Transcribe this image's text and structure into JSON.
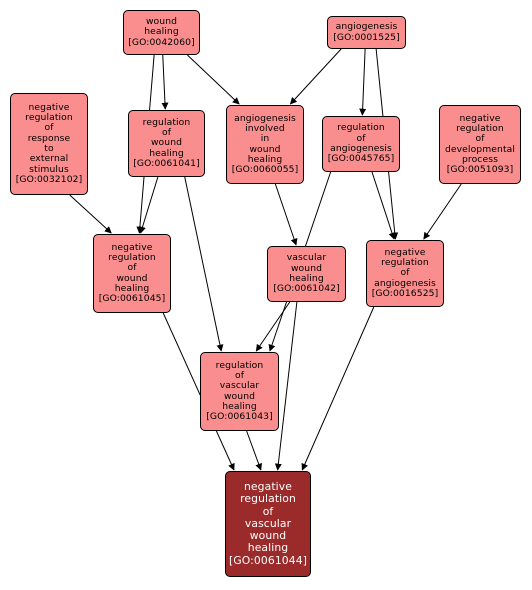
{
  "colors": {
    "node_fill": "#fa8d8d",
    "focus_fill": "#9b2b2b",
    "border": "#000000",
    "edge": "#000000",
    "focus_text": "#ffffff"
  },
  "nodes": {
    "n0042060": {
      "lines": [
        "wound",
        "healing",
        "[GO:0042060]"
      ]
    },
    "n0001525": {
      "lines": [
        "angiogenesis",
        "[GO:0001525]"
      ]
    },
    "n0032102": {
      "lines": [
        "negative",
        "regulation",
        "of",
        "response",
        "to",
        "external",
        "stimulus",
        "[GO:0032102]"
      ]
    },
    "n0061041": {
      "lines": [
        "regulation",
        "of",
        "wound",
        "healing",
        "[GO:0061041]"
      ]
    },
    "n0060055": {
      "lines": [
        "angiogenesis",
        "involved",
        "in",
        "wound",
        "healing",
        "[GO:0060055]"
      ]
    },
    "n0045765": {
      "lines": [
        "regulation",
        "of",
        "angiogenesis",
        "[GO:0045765]"
      ]
    },
    "n0051093": {
      "lines": [
        "negative",
        "regulation",
        "of",
        "developmental",
        "process",
        "[GO:0051093]"
      ]
    },
    "n0061045": {
      "lines": [
        "negative",
        "regulation",
        "of",
        "wound",
        "healing",
        "[GO:0061045]"
      ]
    },
    "n0061042": {
      "lines": [
        "vascular",
        "wound",
        "healing",
        "[GO:0061042]"
      ]
    },
    "n0016525": {
      "lines": [
        "negative",
        "regulation",
        "of",
        "angiogenesis",
        "[GO:0016525]"
      ]
    },
    "n0061043": {
      "lines": [
        "regulation",
        "of",
        "vascular",
        "wound",
        "healing",
        "[GO:0061043]"
      ]
    },
    "n0061044": {
      "lines": [
        "negative",
        "regulation",
        "of",
        "vascular",
        "wound",
        "healing",
        "[GO:0061044]"
      ]
    }
  },
  "edges": [
    [
      "n0042060",
      "n0061041"
    ],
    [
      "n0042060",
      "n0060055"
    ],
    [
      "n0042060",
      "n0061045"
    ],
    [
      "n0001525",
      "n0060055"
    ],
    [
      "n0001525",
      "n0045765"
    ],
    [
      "n0001525",
      "n0016525"
    ],
    [
      "n0032102",
      "n0061045"
    ],
    [
      "n0061041",
      "n0061045"
    ],
    [
      "n0061041",
      "n0061043"
    ],
    [
      "n0060055",
      "n0061042"
    ],
    [
      "n0045765",
      "n0016525"
    ],
    [
      "n0045765",
      "n0061043"
    ],
    [
      "n0051093",
      "n0016525"
    ],
    [
      "n0061045",
      "n0061044"
    ],
    [
      "n0061042",
      "n0061043"
    ],
    [
      "n0061042",
      "n0061044"
    ],
    [
      "n0016525",
      "n0061044"
    ],
    [
      "n0061043",
      "n0061044"
    ]
  ]
}
